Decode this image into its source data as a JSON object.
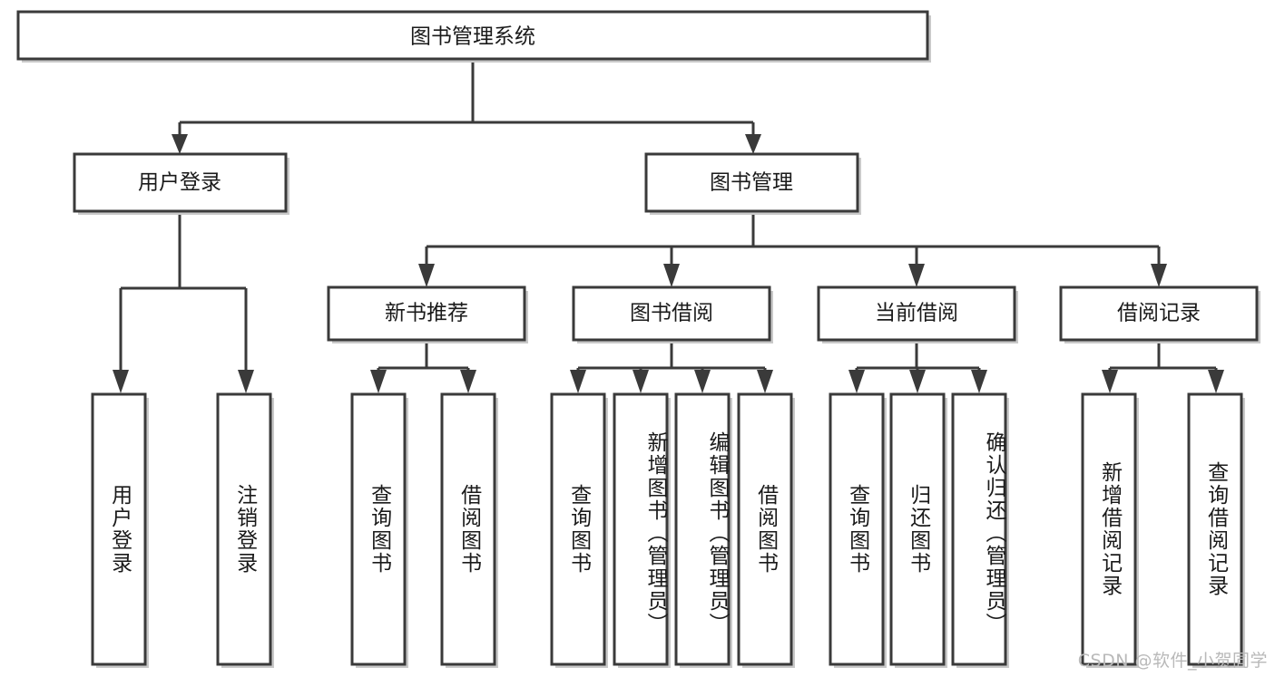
{
  "diagram": {
    "title": "图书管理系统",
    "type": "tree",
    "watermark": "CSDN @软件_小贺同学",
    "root": {
      "label": "图书管理系统"
    },
    "level2": [
      {
        "id": "user-login",
        "label": "用户登录"
      },
      {
        "id": "book-management",
        "label": "图书管理"
      }
    ],
    "level3": [
      {
        "id": "new-book-recommend",
        "label": "新书推荐",
        "parent": "book-management"
      },
      {
        "id": "book-borrow",
        "label": "图书借阅",
        "parent": "book-management"
      },
      {
        "id": "current-borrow",
        "label": "当前借阅",
        "parent": "book-management"
      },
      {
        "id": "borrow-record",
        "label": "借阅记录",
        "parent": "book-management"
      }
    ],
    "leaves": [
      {
        "id": "leaf-user-login",
        "label": "用户登录",
        "parent": "user-login"
      },
      {
        "id": "leaf-logout-login",
        "label": "注销登录",
        "parent": "user-login"
      },
      {
        "id": "leaf-query-book-1",
        "label": "查询图书",
        "parent": "new-book-recommend"
      },
      {
        "id": "leaf-borrow-book-1",
        "label": "借阅图书",
        "parent": "new-book-recommend"
      },
      {
        "id": "leaf-query-book-2",
        "label": "查询图书",
        "parent": "book-borrow"
      },
      {
        "id": "leaf-add-book",
        "label": "新增图书（管理员）",
        "parent": "book-borrow"
      },
      {
        "id": "leaf-edit-book",
        "label": "编辑图书（管理员）",
        "parent": "book-borrow"
      },
      {
        "id": "leaf-borrow-book-2",
        "label": "借阅图书",
        "parent": "book-borrow"
      },
      {
        "id": "leaf-query-book-3",
        "label": "查询图书",
        "parent": "current-borrow"
      },
      {
        "id": "leaf-return-book",
        "label": "归还图书",
        "parent": "current-borrow"
      },
      {
        "id": "leaf-confirm-return",
        "label": "确认归还（管理员）",
        "parent": "current-borrow"
      },
      {
        "id": "leaf-add-record",
        "label": "新增借阅记录",
        "parent": "borrow-record"
      },
      {
        "id": "leaf-query-record",
        "label": "查询借阅记录",
        "parent": "borrow-record"
      }
    ],
    "colors": {
      "box_fill": "#ffffff",
      "box_stroke": "#3a3a3a",
      "text": "#1a1a1a",
      "watermark": "#b9b9b9",
      "background": "#ffffff"
    }
  }
}
